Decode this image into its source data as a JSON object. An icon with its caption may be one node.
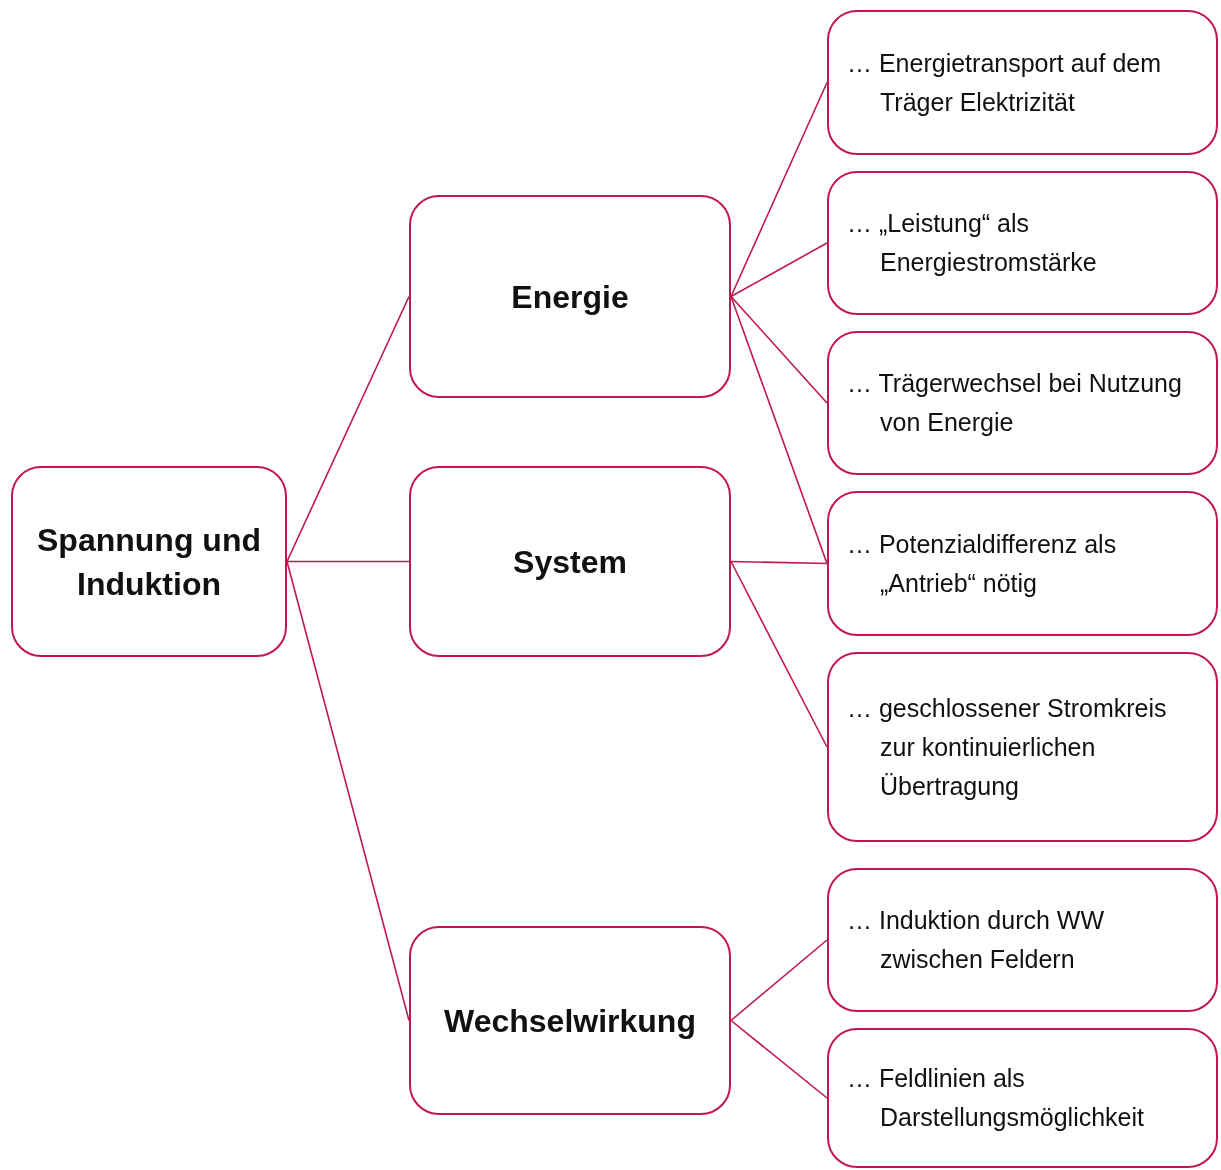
{
  "diagram": {
    "nodes": [
      {
        "text": [
          "Spannung und Induktion"
        ]
      },
      {
        "text": [
          "Energie"
        ]
      },
      {
        "text": [
          "System"
        ]
      },
      {
        "text": [
          "Wechselwirkung"
        ]
      },
      {
        "text": [
          "… Energietransport auf dem Träger Elektrizität"
        ]
      },
      {
        "text": [
          "… „Leistung“ als Energiestromstärke"
        ]
      },
      {
        "text": [
          "… Trägerwechsel bei Nutzung von Energie"
        ]
      },
      {
        "text": [
          "… Potenzialdifferenz als „Antrieb“ nötig"
        ]
      },
      {
        "text": [
          "… geschlossener Stromkreis zur kontinuierlichen Übertragung"
        ]
      },
      {
        "text": [
          "… Induktion durch WW zwischen Feldern"
        ]
      },
      {
        "text": [
          "… Feldlinien als Darstellungsmöglichkeit"
        ]
      }
    ],
    "edges": [
      {
        "from": 0,
        "to": 1,
        "arrow": "none"
      },
      {
        "from": 0,
        "to": 2,
        "arrow": "none"
      },
      {
        "from": 0,
        "to": 3,
        "arrow": "none"
      },
      {
        "from": 1,
        "to": 4,
        "arrow": "none"
      },
      {
        "from": 1,
        "to": 5,
        "arrow": "none"
      },
      {
        "from": 1,
        "to": 6,
        "arrow": "none"
      },
      {
        "from": 1,
        "to": 7,
        "arrow": "none"
      },
      {
        "from": 2,
        "to": 7,
        "arrow": "none"
      },
      {
        "from": 2,
        "to": 8,
        "arrow": "none"
      },
      {
        "from": 3,
        "to": 9,
        "arrow": "none"
      },
      {
        "from": 3,
        "to": 10,
        "arrow": "none"
      }
    ]
  }
}
